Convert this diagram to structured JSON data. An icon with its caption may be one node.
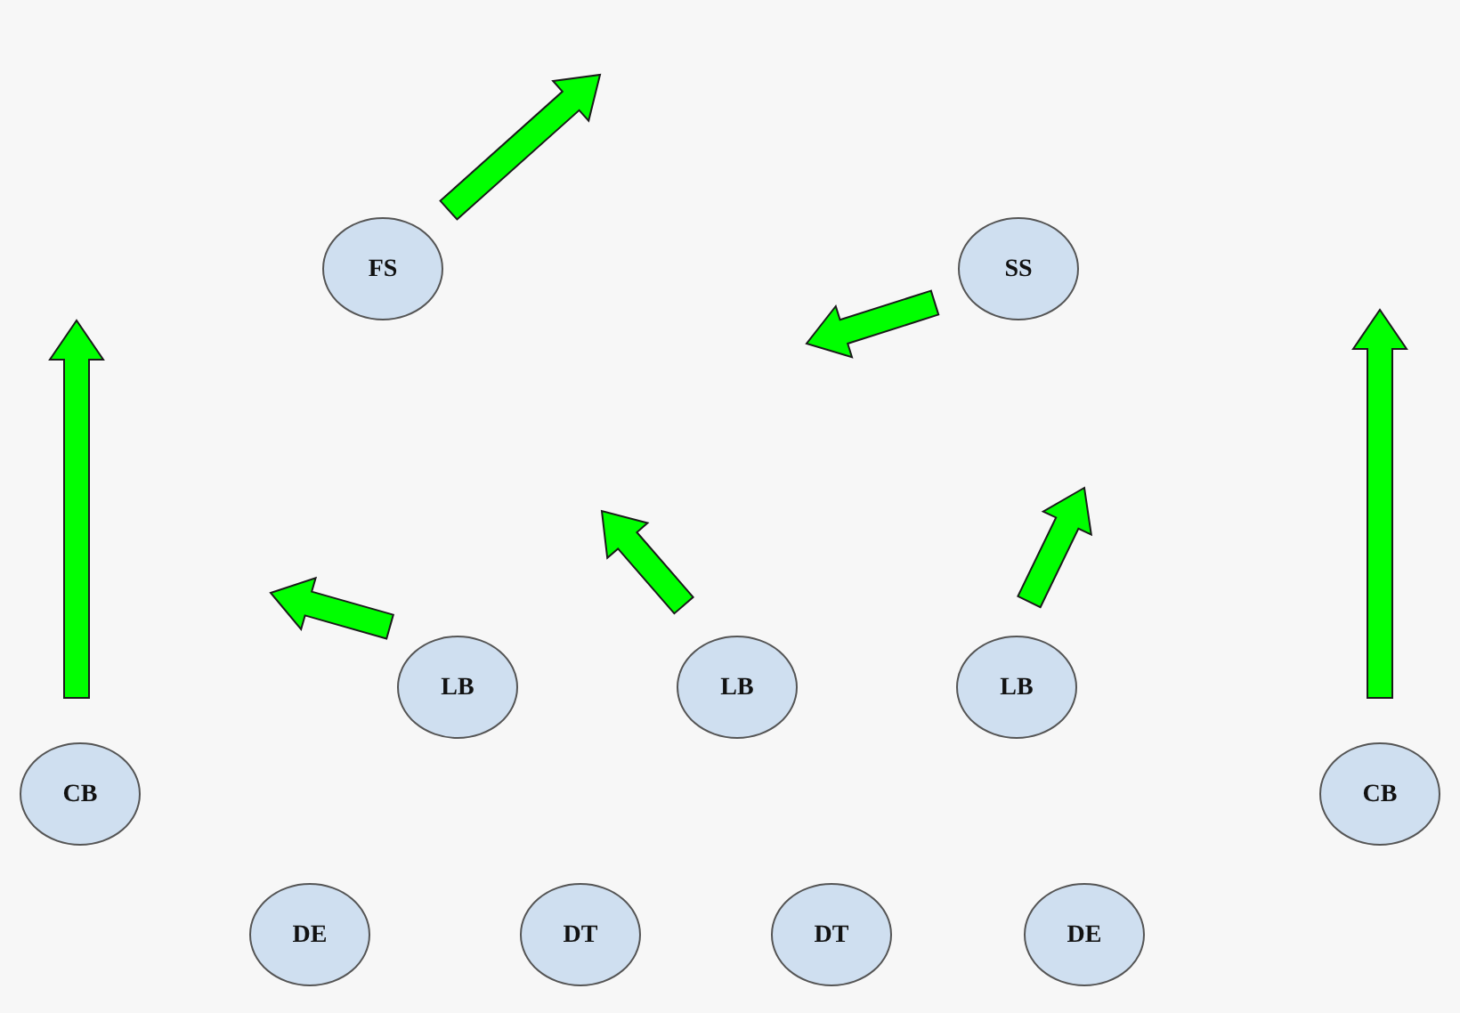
{
  "diagram": {
    "nodes": [
      {
        "text": [
          "FS"
        ]
      },
      {
        "text": [
          "SS"
        ]
      },
      {
        "text": [
          "LB"
        ]
      },
      {
        "text": [
          "LB"
        ]
      },
      {
        "text": [
          "LB"
        ]
      },
      {
        "text": [
          "CB"
        ]
      },
      {
        "text": [
          "CB"
        ]
      },
      {
        "text": [
          "DE"
        ]
      },
      {
        "text": [
          "DT"
        ]
      },
      {
        "text": [
          "DT"
        ]
      },
      {
        "text": [
          "DE"
        ]
      }
    ],
    "edges": [
      {
        "from": 0,
        "to": null,
        "arrow": "to",
        "style": "thick",
        "color": "#00ff00"
      },
      {
        "from": 1,
        "to": null,
        "arrow": "to",
        "style": "thick",
        "color": "#00ff00"
      },
      {
        "from": 2,
        "to": null,
        "arrow": "to",
        "style": "thick",
        "color": "#00ff00"
      },
      {
        "from": 3,
        "to": null,
        "arrow": "to",
        "style": "thick",
        "color": "#00ff00"
      },
      {
        "from": 4,
        "to": null,
        "arrow": "to",
        "style": "thick",
        "color": "#00ff00"
      },
      {
        "from": 5,
        "to": null,
        "arrow": "to",
        "style": "thick",
        "color": "#00ff00"
      },
      {
        "from": 6,
        "to": null,
        "arrow": "to",
        "style": "thick",
        "color": "#00ff00"
      }
    ]
  }
}
